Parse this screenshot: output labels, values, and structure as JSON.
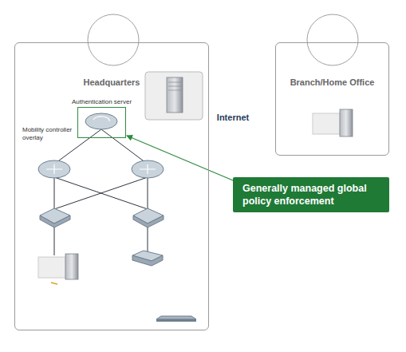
{
  "diagram": {
    "nodes": [
      {
        "text": [
          "Headquarters"
        ]
      },
      {
        "text": [
          "Authentication server"
        ],
        "in": 0
      },
      {
        "text": [
          "Branch/Home Office"
        ]
      },
      {
        "text": [
          "Generally managed global policy enforcement"
        ]
      }
    ],
    "edges": [
      {
        "from": 3,
        "to": 1,
        "arrow": "to"
      }
    ],
    "labels": [
      "Mobility controller overlay",
      "Internet"
    ]
  }
}
